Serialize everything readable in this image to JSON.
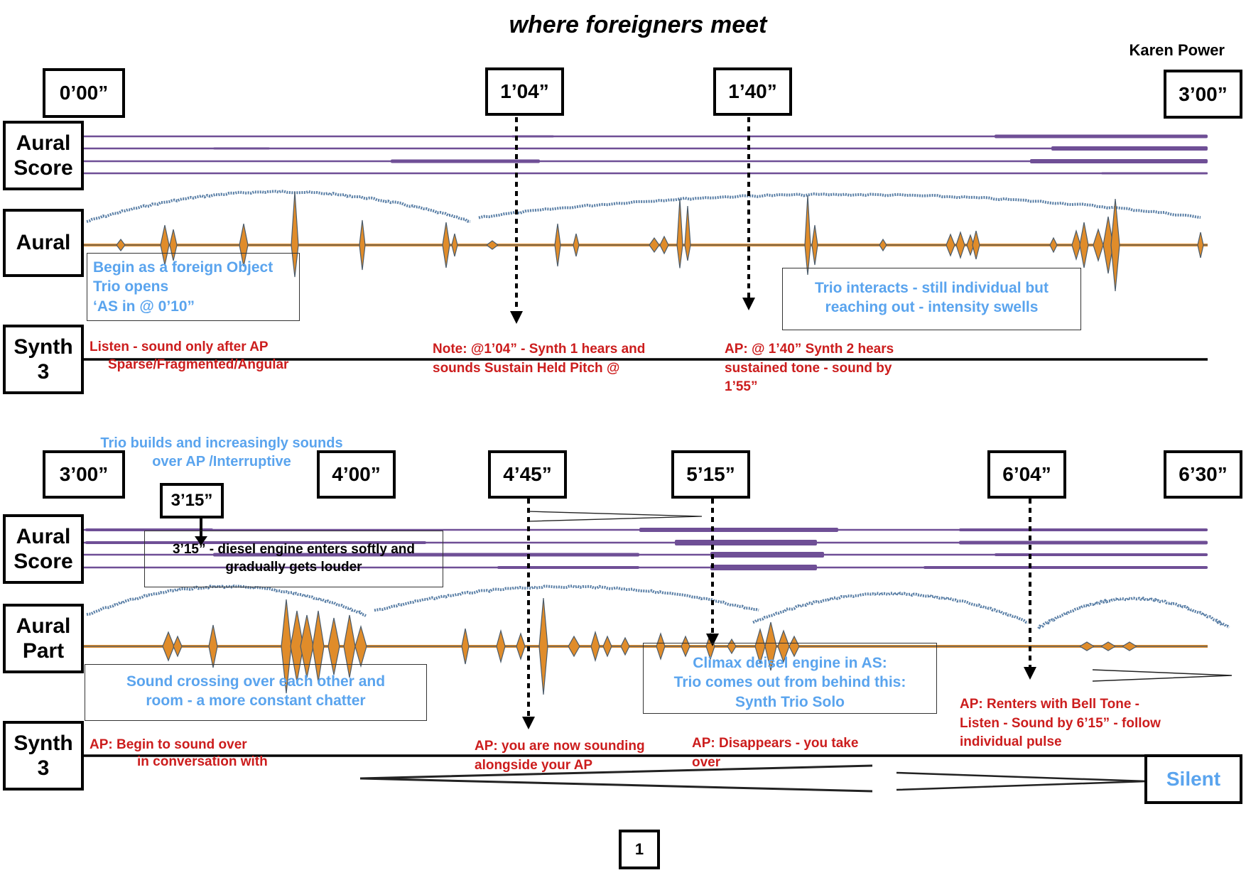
{
  "title": "where foreigners meet",
  "composer": "Karen Power",
  "page_number": "1",
  "colors": {
    "purple_track": "#6f4f96",
    "waveform_fill": "#e08c2a",
    "waveform_outline": "#4b5b6a",
    "arc_blue": "#5a7fa6",
    "note_blue": "#5aa4ee",
    "note_red": "#cc1d1d"
  },
  "system1": {
    "times": [
      "0’00”",
      "1’04”",
      "1’40”",
      "3’00”"
    ],
    "labels": {
      "aural_score": "Aural\nScore",
      "aural": "Aural",
      "synth": "Synth\n3"
    },
    "notes": {
      "begin": "Begin as a foreign Object\nTrio opens\n‘AS in @ 0’10”",
      "trio_interacts": "Trio interacts - still individual but\nreaching out - intensity swells",
      "listen": "Listen - sound only after AP",
      "sparse": "Sparse/Fragmented/Angular",
      "note_104": "Note: @1’04” - Synth 1 hears and\nsounds Sustain Held Pitch @",
      "ap_140": "AP: @ 1’40” Synth 2 hears\nsustained tone - sound by\n1’55”"
    }
  },
  "system2": {
    "times": [
      "3’00”",
      "4’00”",
      "4’45”",
      "5’15”",
      "6’04”",
      "6’30”"
    ],
    "time_315": "3’15”",
    "labels": {
      "aural_score": "Aural\nScore",
      "aural_part": "Aural\nPart",
      "synth": "Synth\n3"
    },
    "notes": {
      "trio_builds": "Trio builds and increasingly sounds\nover AP /Interruptive",
      "diesel": "3’15” - diesel engine enters softly and\ngradually gets louder",
      "crossing": "Sound crossing over each other and\nroom - a more constant chatter",
      "climax": "Climax deisel engine in AS:\nTrio comes out from behind this:\nSynth Trio Solo",
      "begin_sound": "AP: Begin to sound over",
      "conversation": "in conversation with",
      "alongside": "AP: you are now sounding\nalongside your AP",
      "disappears": "AP: Disappears - you take\nover",
      "renters": "AP: Renters with Bell Tone -\nListen - Sound by 6’15” - follow\nindividual pulse",
      "silent": "Silent"
    }
  }
}
